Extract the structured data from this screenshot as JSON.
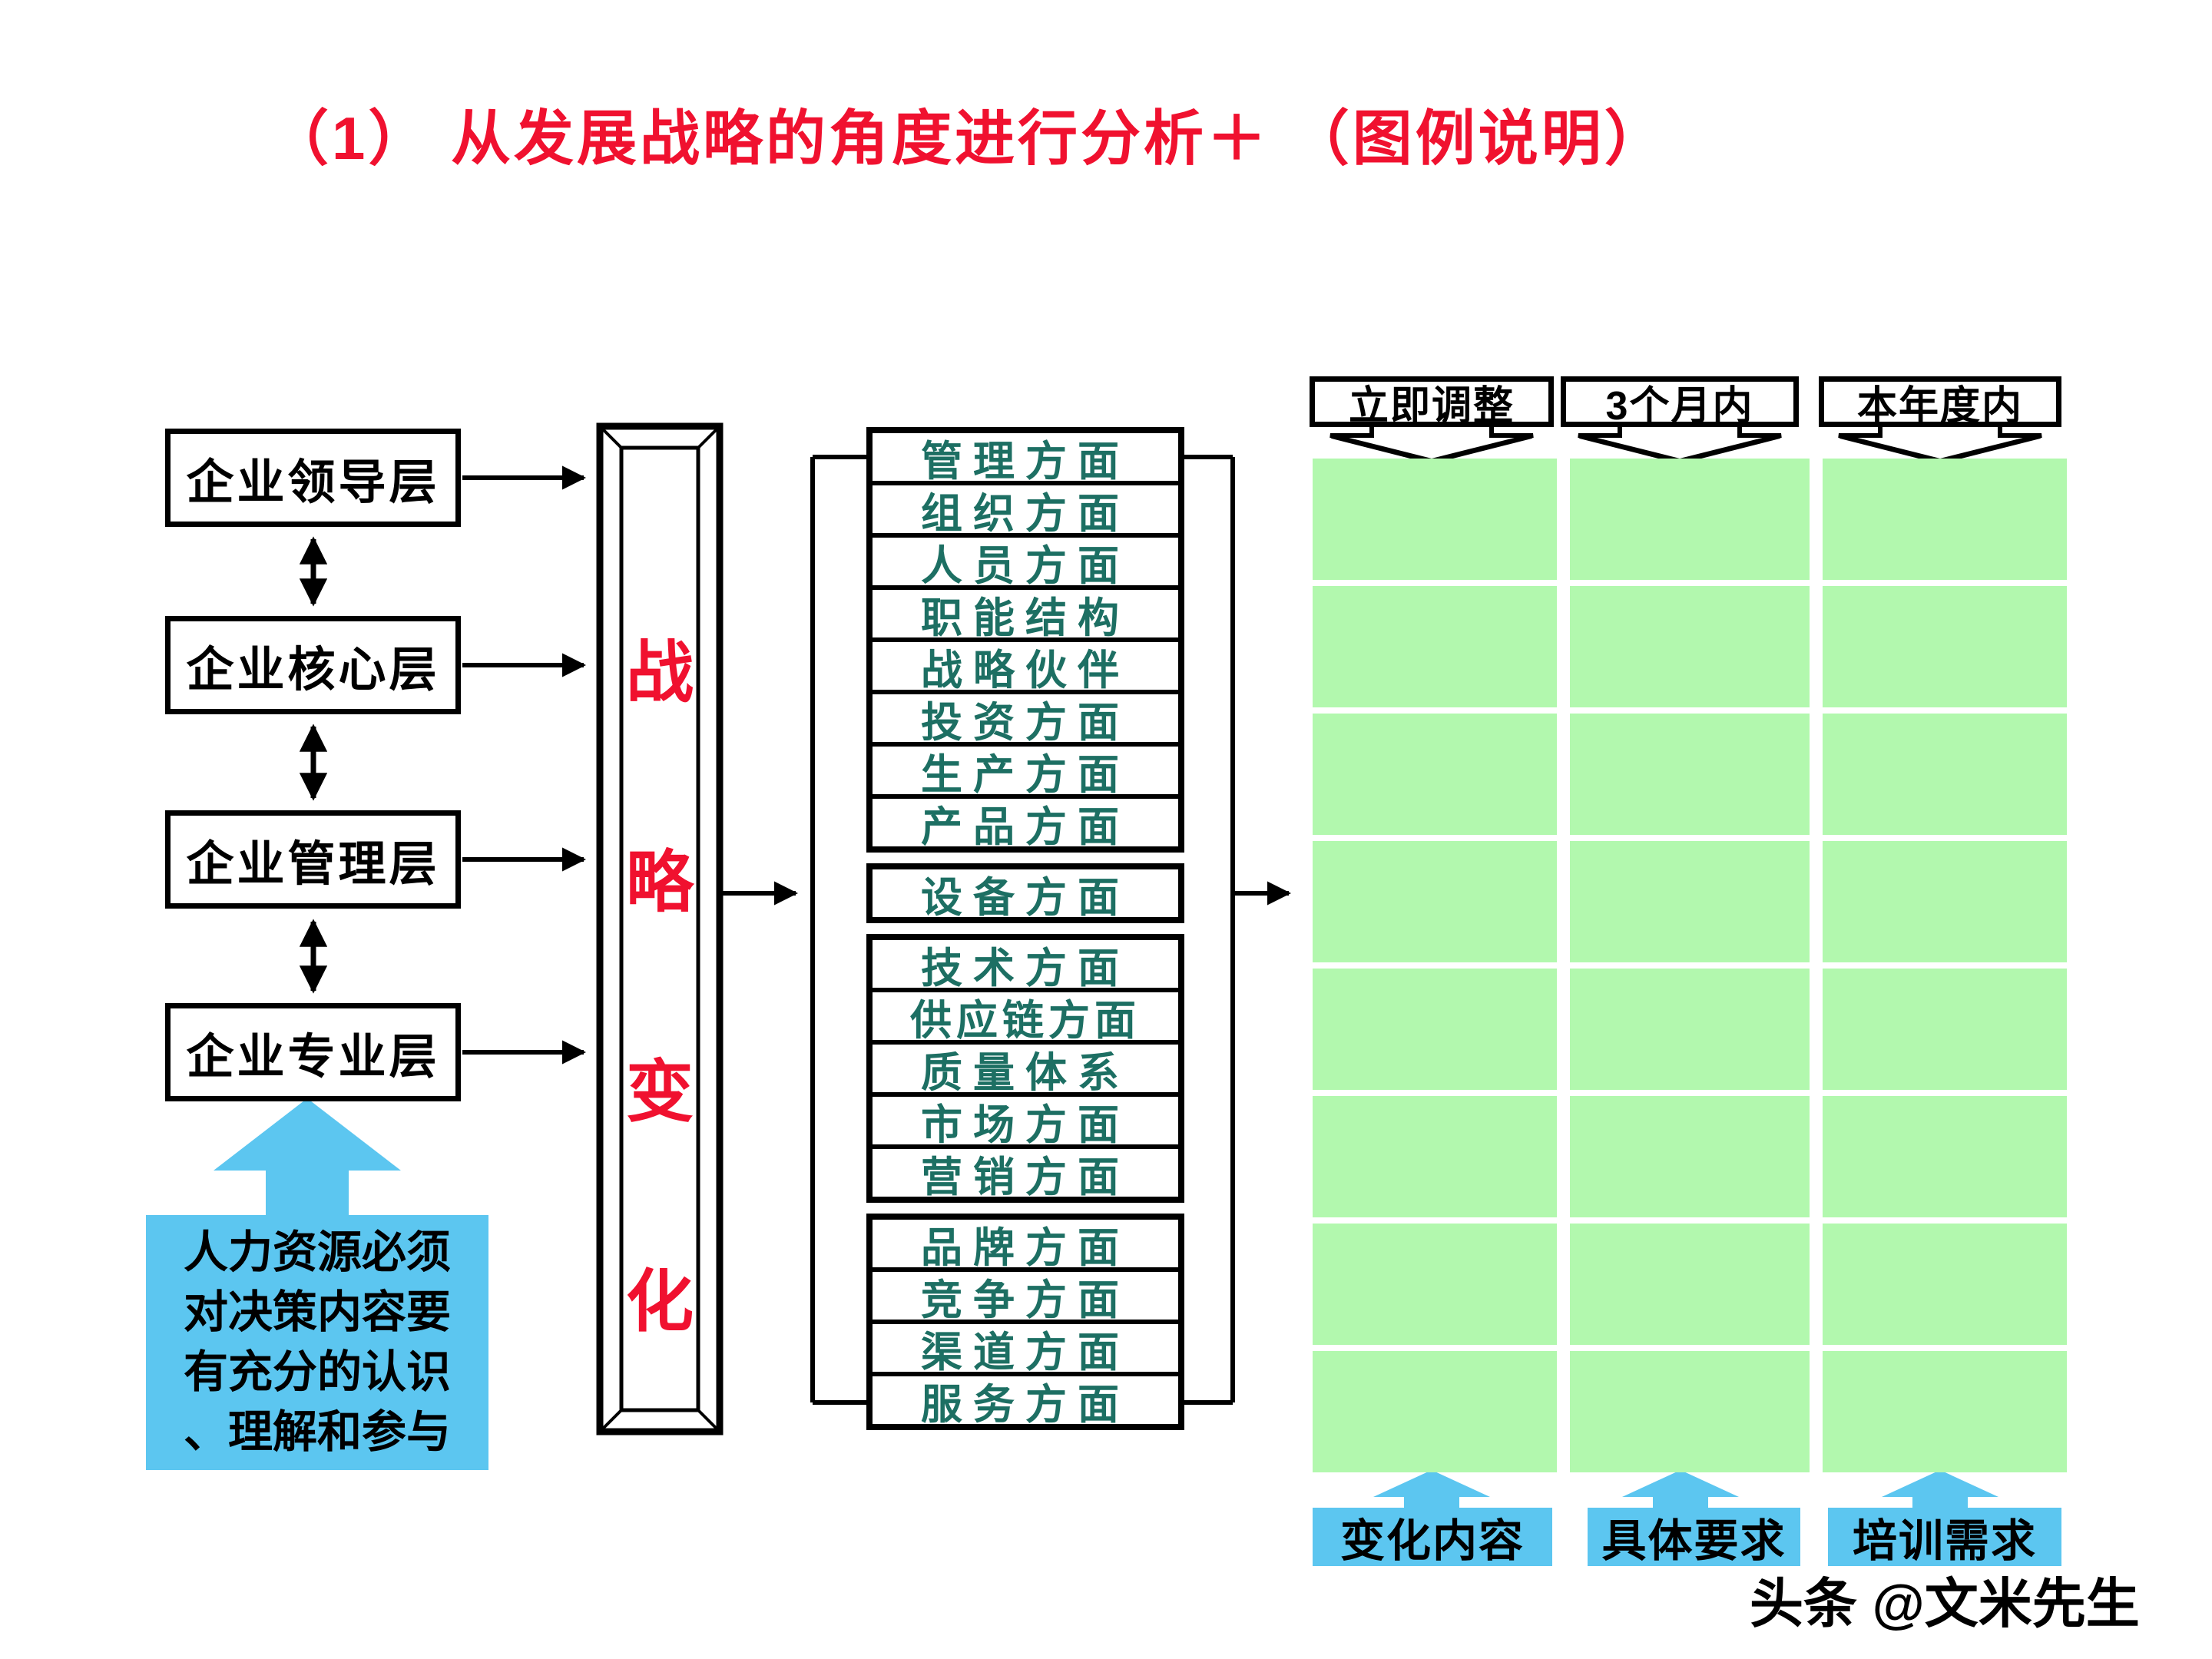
{
  "title": "（1） 从发展战略的角度进行分析＋ （图例说明）",
  "org_layers": [
    "企业领导层",
    "企业核心层",
    "企业管理层",
    "企业专业层"
  ],
  "strategy_bar_chars": [
    "战",
    "略",
    "变",
    "化"
  ],
  "aspect_groups": [
    [
      "管理方面",
      "组织方面",
      "人员方面",
      "职能结构",
      "战略伙伴",
      "投资方面",
      "生产方面",
      "产品方面"
    ],
    [
      "设备方面"
    ],
    [
      "技术方面",
      "供应链方面",
      "质量体系",
      "市场方面",
      "营销方面"
    ],
    [
      "品牌方面",
      "竞争方面",
      "渠道方面",
      "服务方面"
    ]
  ],
  "timeline_headers": [
    "立即调整",
    "3个月内",
    "本年度内"
  ],
  "grid": {
    "rows": 8,
    "cols": 3
  },
  "bottom_labels": [
    "变化内容",
    "具体要求",
    "培训需求"
  ],
  "hr_note_lines": [
    "人力资源必须",
    "对决策内容要",
    "有充分的认识",
    "、理解和参与"
  ],
  "watermark": "头条 @文米先生",
  "colors": {
    "title_red": "#f0112f",
    "aspect_teal": "#1d6f63",
    "accent_blue": "#5cc6f0",
    "cell_green": "#b2f8ae"
  }
}
